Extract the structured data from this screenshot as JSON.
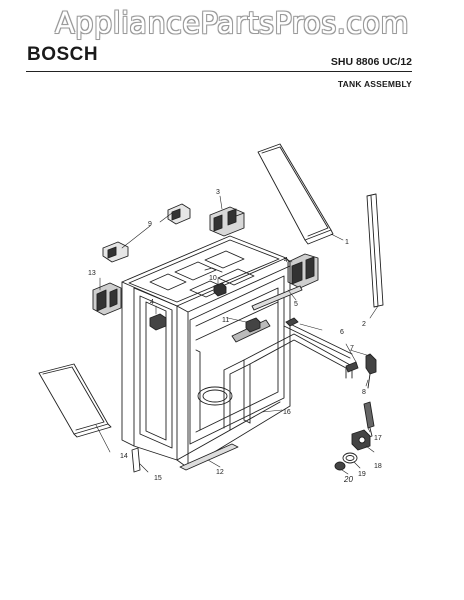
{
  "header": {
    "watermark": "AppliancePartsPros.com",
    "brand": "BOSCH",
    "model": "SHU 8806 UC/12",
    "section": "TANK ASSEMBLY"
  },
  "callouts": [
    "1",
    "2",
    "3",
    "4",
    "4",
    "5",
    "6",
    "7",
    "8",
    "9",
    "10",
    "11",
    "12",
    "13",
    "14",
    "15",
    "16",
    "17",
    "18",
    "19",
    "20"
  ]
}
